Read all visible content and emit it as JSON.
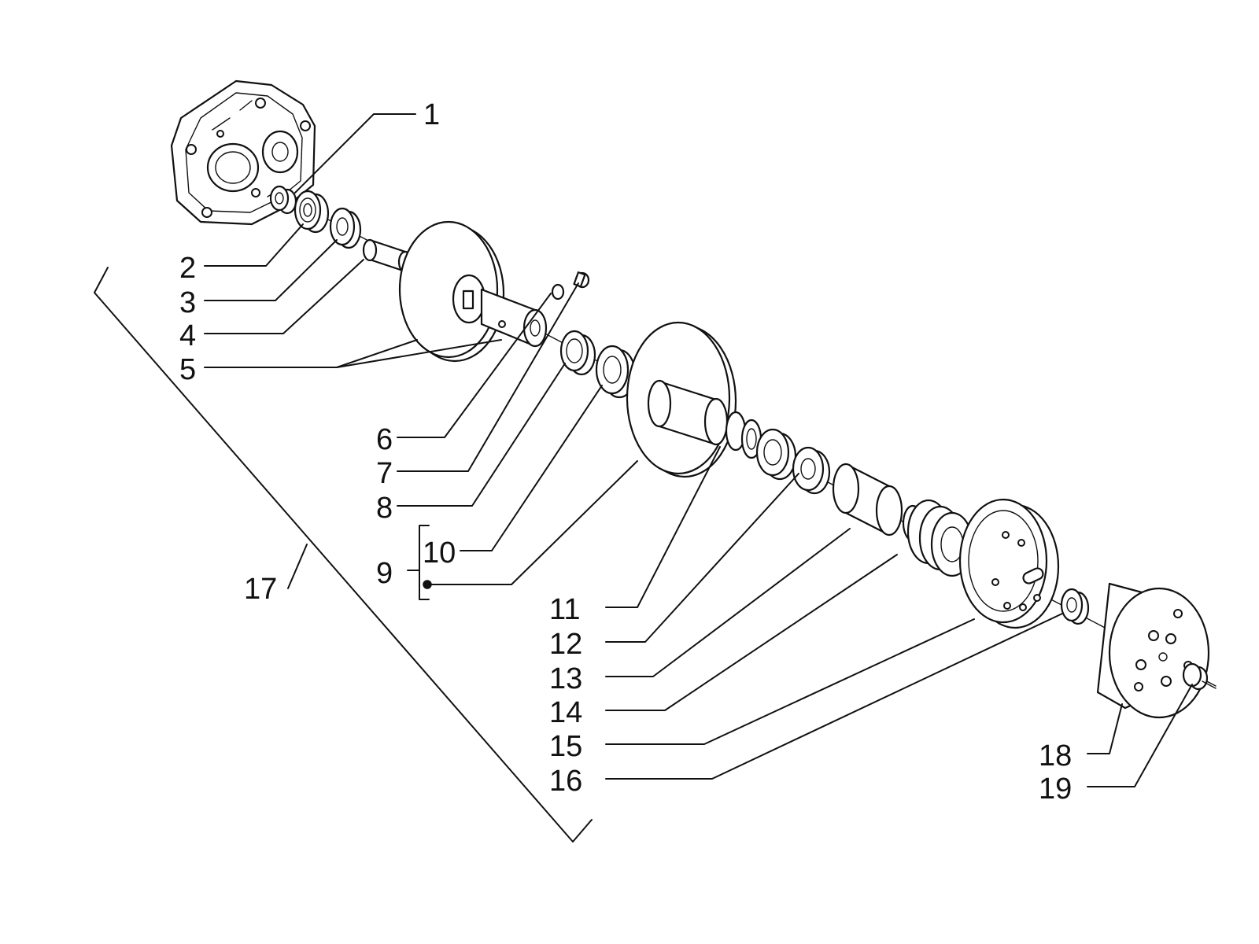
{
  "callouts": [
    {
      "id": "1",
      "text": "1"
    },
    {
      "id": "2",
      "text": "2"
    },
    {
      "id": "3",
      "text": "3"
    },
    {
      "id": "4",
      "text": "4"
    },
    {
      "id": "5",
      "text": "5"
    },
    {
      "id": "6",
      "text": "6"
    },
    {
      "id": "7",
      "text": "7"
    },
    {
      "id": "8",
      "text": "8"
    },
    {
      "id": "9",
      "text": "9"
    },
    {
      "id": "10",
      "text": "10"
    },
    {
      "id": "11",
      "text": "11"
    },
    {
      "id": "12",
      "text": "12"
    },
    {
      "id": "13",
      "text": "13"
    },
    {
      "id": "14",
      "text": "14"
    },
    {
      "id": "15",
      "text": "15"
    },
    {
      "id": "16",
      "text": "16"
    },
    {
      "id": "17",
      "text": "17"
    },
    {
      "id": "18",
      "text": "18"
    },
    {
      "id": "19",
      "text": "19"
    }
  ],
  "colors": {
    "line": "#111111",
    "background": "#ffffff"
  }
}
